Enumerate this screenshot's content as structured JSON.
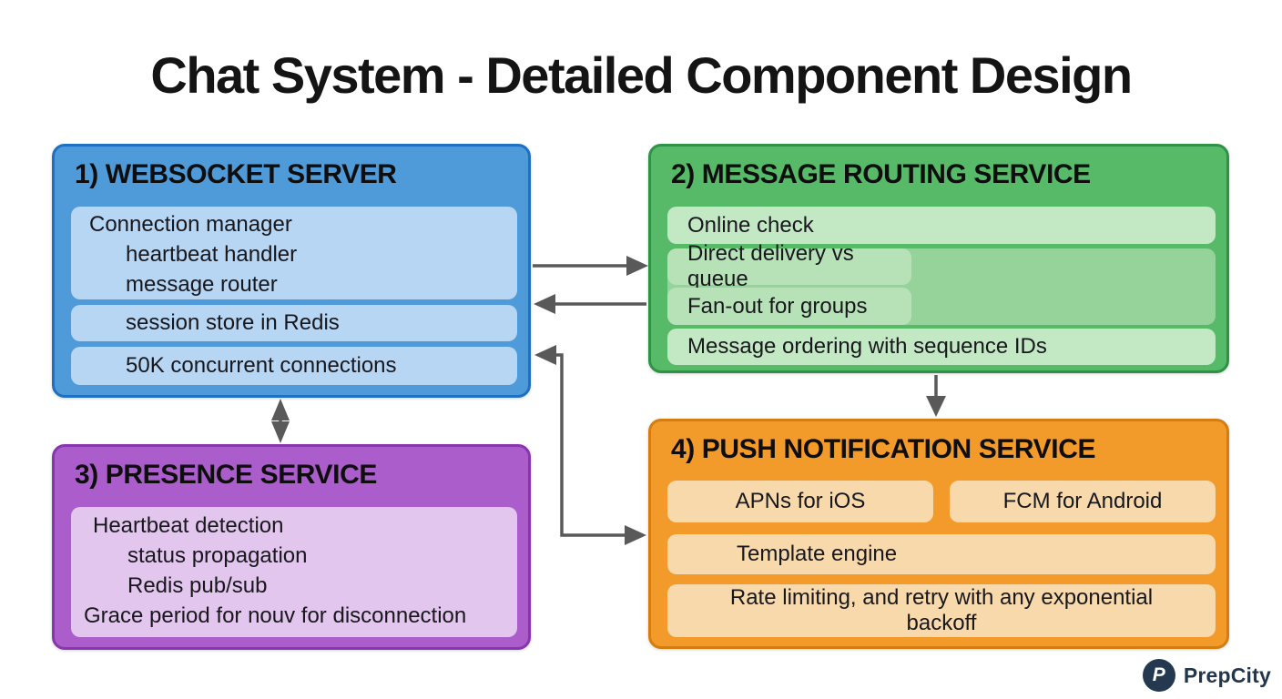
{
  "title": "Chat System - Detailed Component Design",
  "websocket": {
    "heading": "1) WEBSOCKET SERVER",
    "connection_manager": "Connection manager",
    "heartbeat_handler": "heartbeat handler",
    "message_router": "message router",
    "session_store": "session store in Redis",
    "concurrent_connections": "50K concurrent connections"
  },
  "routing": {
    "heading": "2) MESSAGE ROUTING SERVICE",
    "online_check": "Online check",
    "direct_delivery": "Direct delivery vs queue",
    "fan_out": "Fan-out for groups",
    "message_ordering": "Message ordering with sequence IDs"
  },
  "presence": {
    "heading": "3) PRESENCE SERVICE",
    "heartbeat_detection": "Heartbeat detection",
    "status_propagation": "status propagation",
    "redis_pubsub": "Redis pub/sub",
    "grace_period": "Grace period for nouv for disconnection"
  },
  "push": {
    "heading": "4) PUSH NOTIFICATION SERVICE",
    "apns": "APNs for iOS",
    "fcm": "FCM for Android",
    "template_engine": "Template engine",
    "rate_limiting": "Rate limiting, and retry with any exponential backoff"
  },
  "connections": [
    {
      "from": "websocket-server",
      "to": "message-routing-service",
      "direction": "right"
    },
    {
      "from": "message-routing-service",
      "to": "websocket-server",
      "direction": "left"
    },
    {
      "from": "push-notification-service",
      "to": "websocket-server",
      "direction": "elbow-bidirectional"
    },
    {
      "from": "websocket-server",
      "to": "presence-service",
      "direction": "bidirectional-vertical"
    },
    {
      "from": "message-routing-service",
      "to": "push-notification-service",
      "direction": "down"
    }
  ],
  "colors": {
    "websocket_fill": "#4f9ad9",
    "websocket_border": "#1f6fc2",
    "websocket_item": "#b6d6f4",
    "routing_fill": "#57ba69",
    "routing_border": "#2f9247",
    "routing_item_light": "#c3e8c4",
    "routing_panel": "#95d39b",
    "routing_item_mid": "#b7e2b8",
    "presence_fill": "#ab5ecb",
    "presence_border": "#8936ae",
    "presence_item": "#e2c6ee",
    "push_fill": "#f29b2b",
    "push_border": "#d57d0e",
    "push_item": "#f8d9ab",
    "arrow": "#595959",
    "logo_navy": "#24384f"
  },
  "logo": {
    "monogram": "P",
    "name": "PrepCity"
  }
}
